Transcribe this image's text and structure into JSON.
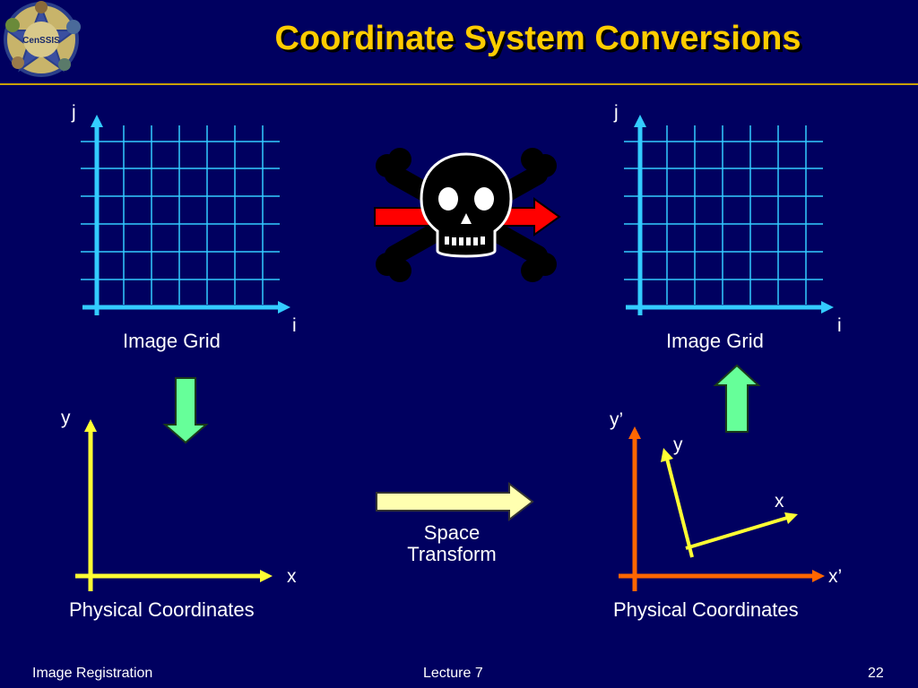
{
  "slide": {
    "title": "Coordinate System Conversions",
    "logo_text": "CenSSIS"
  },
  "left_grid": {
    "caption": "Image Grid",
    "axis_i": "i",
    "axis_j": "j"
  },
  "right_grid": {
    "caption": "Image Grid",
    "axis_i": "i",
    "axis_j": "j"
  },
  "left_physical": {
    "caption": "Physical Coordinates",
    "axis_x": "x",
    "axis_y": "y"
  },
  "right_physical": {
    "caption": "Physical Coordinates",
    "axis_x": "x’",
    "axis_y": "y’",
    "inner_x": "x",
    "inner_y": "y"
  },
  "transform": {
    "line1": "Space",
    "line2": "Transform"
  },
  "footer": {
    "left": "Image Registration",
    "center": "Lecture 7",
    "page": "22"
  },
  "colors": {
    "background": "#000060",
    "title": "#ffcc00",
    "grid": "#33ccff",
    "axis_yellow": "#ffff33",
    "axis_orange": "#ff6600",
    "arrow_green": "#66ff99",
    "arrow_pale": "#ffffb0",
    "arrow_red": "#ff0000"
  },
  "icons": [
    "censsis-logo-icon",
    "skull-crossbones-icon"
  ]
}
